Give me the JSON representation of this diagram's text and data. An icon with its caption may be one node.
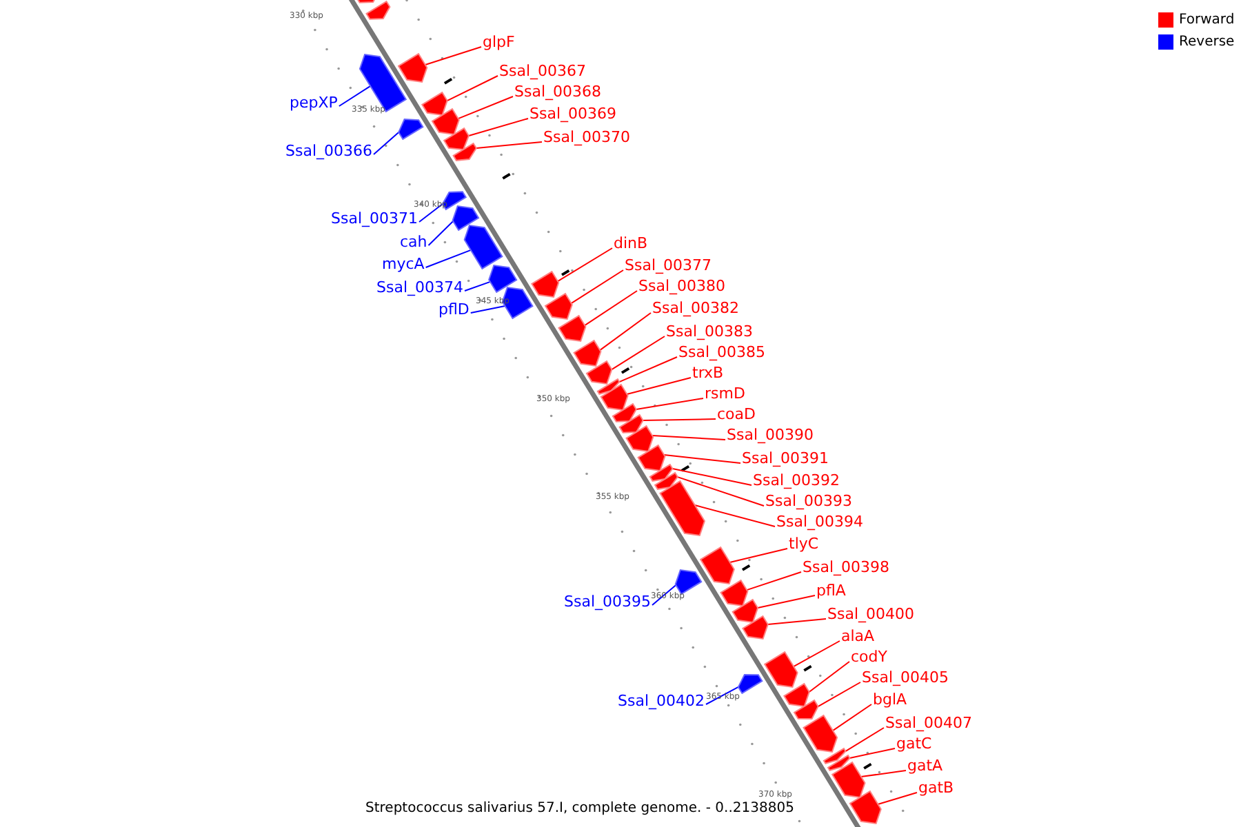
{
  "diagram": {
    "caption": "Streptococcus salivarius 57.I, complete genome. - 0..2138805",
    "nodes": [
      {
        "text": [
          "glpF"
        ]
      },
      {
        "text": [
          "Ssal_00367"
        ]
      },
      {
        "text": [
          "Ssal_00368"
        ]
      },
      {
        "text": [
          "Ssal_00369"
        ]
      },
      {
        "text": [
          "Ssal_00370"
        ]
      },
      {
        "text": [
          "dinB"
        ]
      },
      {
        "text": [
          "Ssal_00377"
        ]
      },
      {
        "text": [
          "Ssal_00380"
        ]
      },
      {
        "text": [
          "Ssal_00382"
        ]
      },
      {
        "text": [
          "Ssal_00383"
        ]
      },
      {
        "text": [
          "Ssal_00385"
        ]
      },
      {
        "text": [
          "trxB"
        ]
      },
      {
        "text": [
          "rsmD"
        ]
      },
      {
        "text": [
          "coaD"
        ]
      },
      {
        "text": [
          "Ssal_00390"
        ]
      },
      {
        "text": [
          "Ssal_00391"
        ]
      },
      {
        "text": [
          "Ssal_00392"
        ]
      },
      {
        "text": [
          "Ssal_00393"
        ]
      },
      {
        "text": [
          "Ssal_00394"
        ]
      },
      {
        "text": [
          "tlyC"
        ]
      },
      {
        "text": [
          "Ssal_00398"
        ]
      },
      {
        "text": [
          "pflA"
        ]
      },
      {
        "text": [
          "Ssal_00400"
        ]
      },
      {
        "text": [
          "alaA"
        ]
      },
      {
        "text": [
          "codY"
        ]
      },
      {
        "text": [
          "Ssal_00405"
        ]
      },
      {
        "text": [
          "bglA"
        ]
      },
      {
        "text": [
          "Ssal_00407"
        ]
      },
      {
        "text": [
          "gatC"
        ]
      },
      {
        "text": [
          "gatA"
        ]
      },
      {
        "text": [
          "gatB"
        ]
      },
      {
        "text": [
          "pepXP"
        ]
      },
      {
        "text": [
          "Ssal_00366"
        ]
      },
      {
        "text": [
          "Ssal_00371"
        ]
      },
      {
        "text": [
          "cah"
        ]
      },
      {
        "text": [
          "mycA"
        ]
      },
      {
        "text": [
          "Ssal_00374"
        ]
      },
      {
        "text": [
          "pflD"
        ]
      },
      {
        "text": [
          "Ssal_00395"
        ]
      },
      {
        "text": [
          "Ssal_00402"
        ]
      },
      {
        "text": [],
        "shape": "arrow"
      },
      {
        "text": [],
        "shape": "arrow"
      },
      {
        "text": [],
        "shape": "arrow"
      },
      {
        "text": [],
        "shape": "arrow"
      },
      {
        "text": [],
        "shape": "arrow"
      },
      {
        "text": [],
        "shape": "arrow"
      },
      {
        "text": [],
        "shape": "arrow"
      },
      {
        "text": [],
        "shape": "arrow"
      },
      {
        "text": [],
        "shape": "arrow"
      },
      {
        "text": [],
        "shape": "arrow"
      },
      {
        "text": [],
        "shape": "arrow"
      },
      {
        "text": [],
        "shape": "arrow"
      },
      {
        "text": [],
        "shape": "arrow"
      },
      {
        "text": [],
        "shape": "arrow"
      },
      {
        "text": [],
        "shape": "arrow"
      },
      {
        "text": [],
        "shape": "arrow"
      },
      {
        "text": [],
        "shape": "arrow"
      },
      {
        "text": [],
        "shape": "arrow"
      },
      {
        "text": [],
        "shape": "arrow"
      },
      {
        "text": [],
        "shape": "arrow"
      },
      {
        "text": [],
        "shape": "arrow"
      },
      {
        "text": [],
        "shape": "arrow"
      },
      {
        "text": [],
        "shape": "arrow"
      },
      {
        "text": [],
        "shape": "arrow"
      },
      {
        "text": [],
        "shape": "arrow"
      },
      {
        "text": [],
        "shape": "arrow"
      },
      {
        "text": [],
        "shape": "arrow"
      },
      {
        "text": [],
        "shape": "arrow"
      },
      {
        "text": [],
        "shape": "arrow"
      },
      {
        "text": [],
        "shape": "arrow"
      },
      {
        "text": [],
        "shape": "arrow"
      },
      {
        "text": [],
        "shape": "arrow"
      },
      {
        "text": [],
        "shape": "arrow"
      },
      {
        "text": [],
        "shape": "arrow"
      },
      {
        "text": [],
        "shape": "arrow"
      },
      {
        "text": [],
        "shape": "arrow"
      },
      {
        "text": [],
        "shape": "arrow"
      },
      {
        "text": [],
        "shape": "arrow"
      },
      {
        "text": [],
        "shape": "arrow"
      },
      {
        "text": [],
        "shape": "arrow"
      },
      {
        "text": [],
        "shape": "arrow"
      },
      {
        "text": [],
        "shape": "arrow"
      }
    ],
    "edges": [
      {
        "from": 0,
        "to": 42,
        "arrow": "none"
      },
      {
        "from": 1,
        "to": 43,
        "arrow": "none"
      },
      {
        "from": 2,
        "to": 44,
        "arrow": "none"
      },
      {
        "from": 3,
        "to": 45,
        "arrow": "none"
      },
      {
        "from": 4,
        "to": 46,
        "arrow": "none"
      },
      {
        "from": 5,
        "to": 47,
        "arrow": "none"
      },
      {
        "from": 6,
        "to": 48,
        "arrow": "none"
      },
      {
        "from": 7,
        "to": 49,
        "arrow": "none"
      },
      {
        "from": 8,
        "to": 50,
        "arrow": "none"
      },
      {
        "from": 9,
        "to": 51,
        "arrow": "none"
      },
      {
        "from": 10,
        "to": 52,
        "arrow": "none"
      },
      {
        "from": 11,
        "to": 53,
        "arrow": "none"
      },
      {
        "from": 12,
        "to": 54,
        "arrow": "none"
      },
      {
        "from": 13,
        "to": 55,
        "arrow": "none"
      },
      {
        "from": 14,
        "to": 56,
        "arrow": "none"
      },
      {
        "from": 15,
        "to": 57,
        "arrow": "none"
      },
      {
        "from": 16,
        "to": 58,
        "arrow": "none"
      },
      {
        "from": 17,
        "to": 59,
        "arrow": "none"
      },
      {
        "from": 18,
        "to": 60,
        "arrow": "none"
      },
      {
        "from": 19,
        "to": 61,
        "arrow": "none"
      },
      {
        "from": 20,
        "to": 62,
        "arrow": "none"
      },
      {
        "from": 21,
        "to": 63,
        "arrow": "none"
      },
      {
        "from": 22,
        "to": 64,
        "arrow": "none"
      },
      {
        "from": 23,
        "to": 65,
        "arrow": "none"
      },
      {
        "from": 24,
        "to": 66,
        "arrow": "none"
      },
      {
        "from": 25,
        "to": 67,
        "arrow": "none"
      },
      {
        "from": 26,
        "to": 68,
        "arrow": "none"
      },
      {
        "from": 27,
        "to": 69,
        "arrow": "none"
      },
      {
        "from": 28,
        "to": 70,
        "arrow": "none"
      },
      {
        "from": 29,
        "to": 71,
        "arrow": "none"
      },
      {
        "from": 30,
        "to": 72,
        "arrow": "none"
      },
      {
        "from": 31,
        "to": 73,
        "arrow": "none",
        "color": "#0000ff"
      },
      {
        "from": 32,
        "to": 74,
        "arrow": "none",
        "color": "#0000ff"
      },
      {
        "from": 33,
        "to": 75,
        "arrow": "none",
        "color": "#0000ff"
      },
      {
        "from": 34,
        "to": 76,
        "arrow": "none",
        "color": "#0000ff"
      },
      {
        "from": 35,
        "to": 77,
        "arrow": "none",
        "color": "#0000ff"
      },
      {
        "from": 36,
        "to": 78,
        "arrow": "none",
        "color": "#0000ff"
      },
      {
        "from": 37,
        "to": 79,
        "arrow": "none",
        "color": "#0000ff"
      },
      {
        "from": 38,
        "to": 80,
        "arrow": "none",
        "color": "#0000ff"
      },
      {
        "from": 39,
        "to": 81,
        "arrow": "none",
        "color": "#0000ff"
      }
    ],
    "labels": [
      "330 kbp",
      "335 kbp",
      "340 kbp",
      "345 kbp",
      "350 kbp",
      "355 kbp",
      "360 kbp",
      "365 kbp",
      "370 kbp"
    ],
    "legend": [
      {
        "text": "Forward",
        "color": "#ff0000"
      },
      {
        "text": "Reverse",
        "color": "#0000ff"
      }
    ]
  }
}
